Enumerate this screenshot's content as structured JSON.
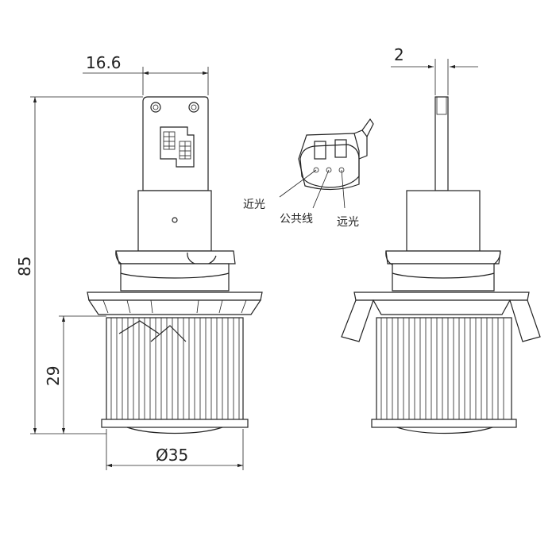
{
  "dimensions": {
    "chip_width": "16.6",
    "chip_thickness": "2",
    "total_height": "85",
    "heatsink_height": "29",
    "diameter": "Ø35"
  },
  "wires": {
    "low_beam_left": "近光",
    "common": "公共线",
    "low_beam_right": "远光"
  },
  "colors": {
    "line": "#222222",
    "background": "#ffffff"
  }
}
